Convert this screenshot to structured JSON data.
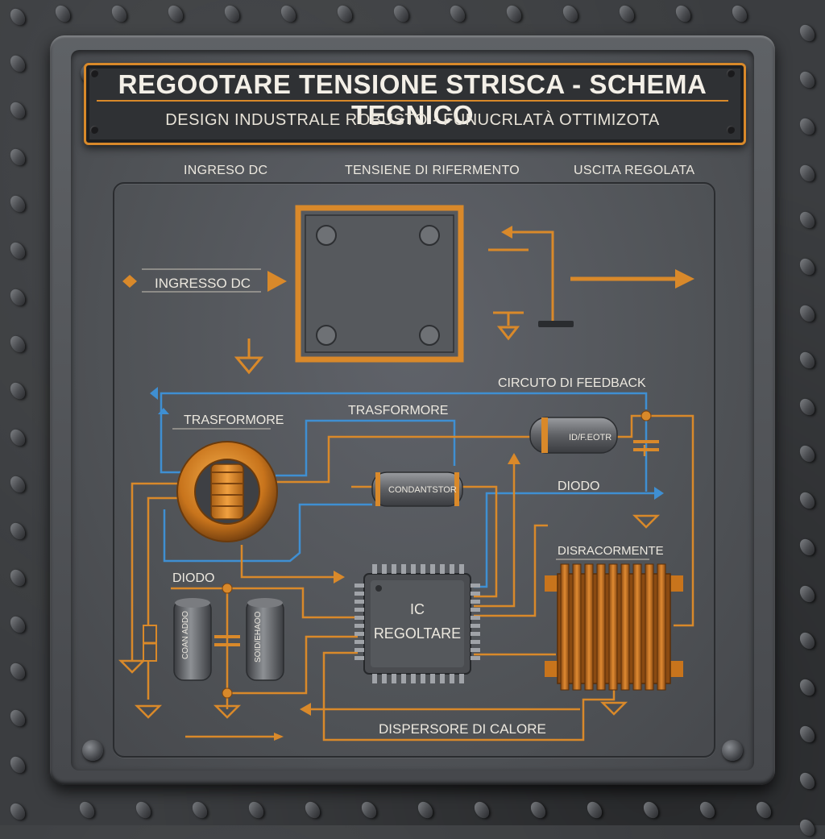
{
  "header": {
    "title": "REGOOTARE TENSIONE STRISCA - SCHEMA TECNICO",
    "subtitle": "DESIGN INDUSTRALE ROBUSTO - FUNUCRLATÀ OTTIMIZOTA"
  },
  "sections": {
    "input": "INGRESO DC",
    "reference": "TENSIENE DI RIFERMENTO",
    "output": "USCITA REGOLATA"
  },
  "labels": {
    "input_dc": "INGRESSO DC",
    "feedback": "CIRCUTO DI FEEDBACK",
    "transformer_left": "TRASFORMORE",
    "transformer_wire": "TRASFORMORE",
    "capacitor": "CONDANTSTOR",
    "resistor": "ID/F.EOTR",
    "diode_right": "DIODO",
    "diode_left": "DIODO",
    "heatsink_top": "DISRACORMENTE",
    "ic_line1": "IC",
    "ic_line2": "REGOLTARE",
    "heat_dissipator": "DISPERSORE DI CALORE",
    "cap_left": "COAN ADDO",
    "cap_right": "SOID/EHAOO"
  },
  "colors": {
    "orange": "#d9892a",
    "blue": "#3f8fd2",
    "metal": "#55585c",
    "text": "#ece8df"
  }
}
